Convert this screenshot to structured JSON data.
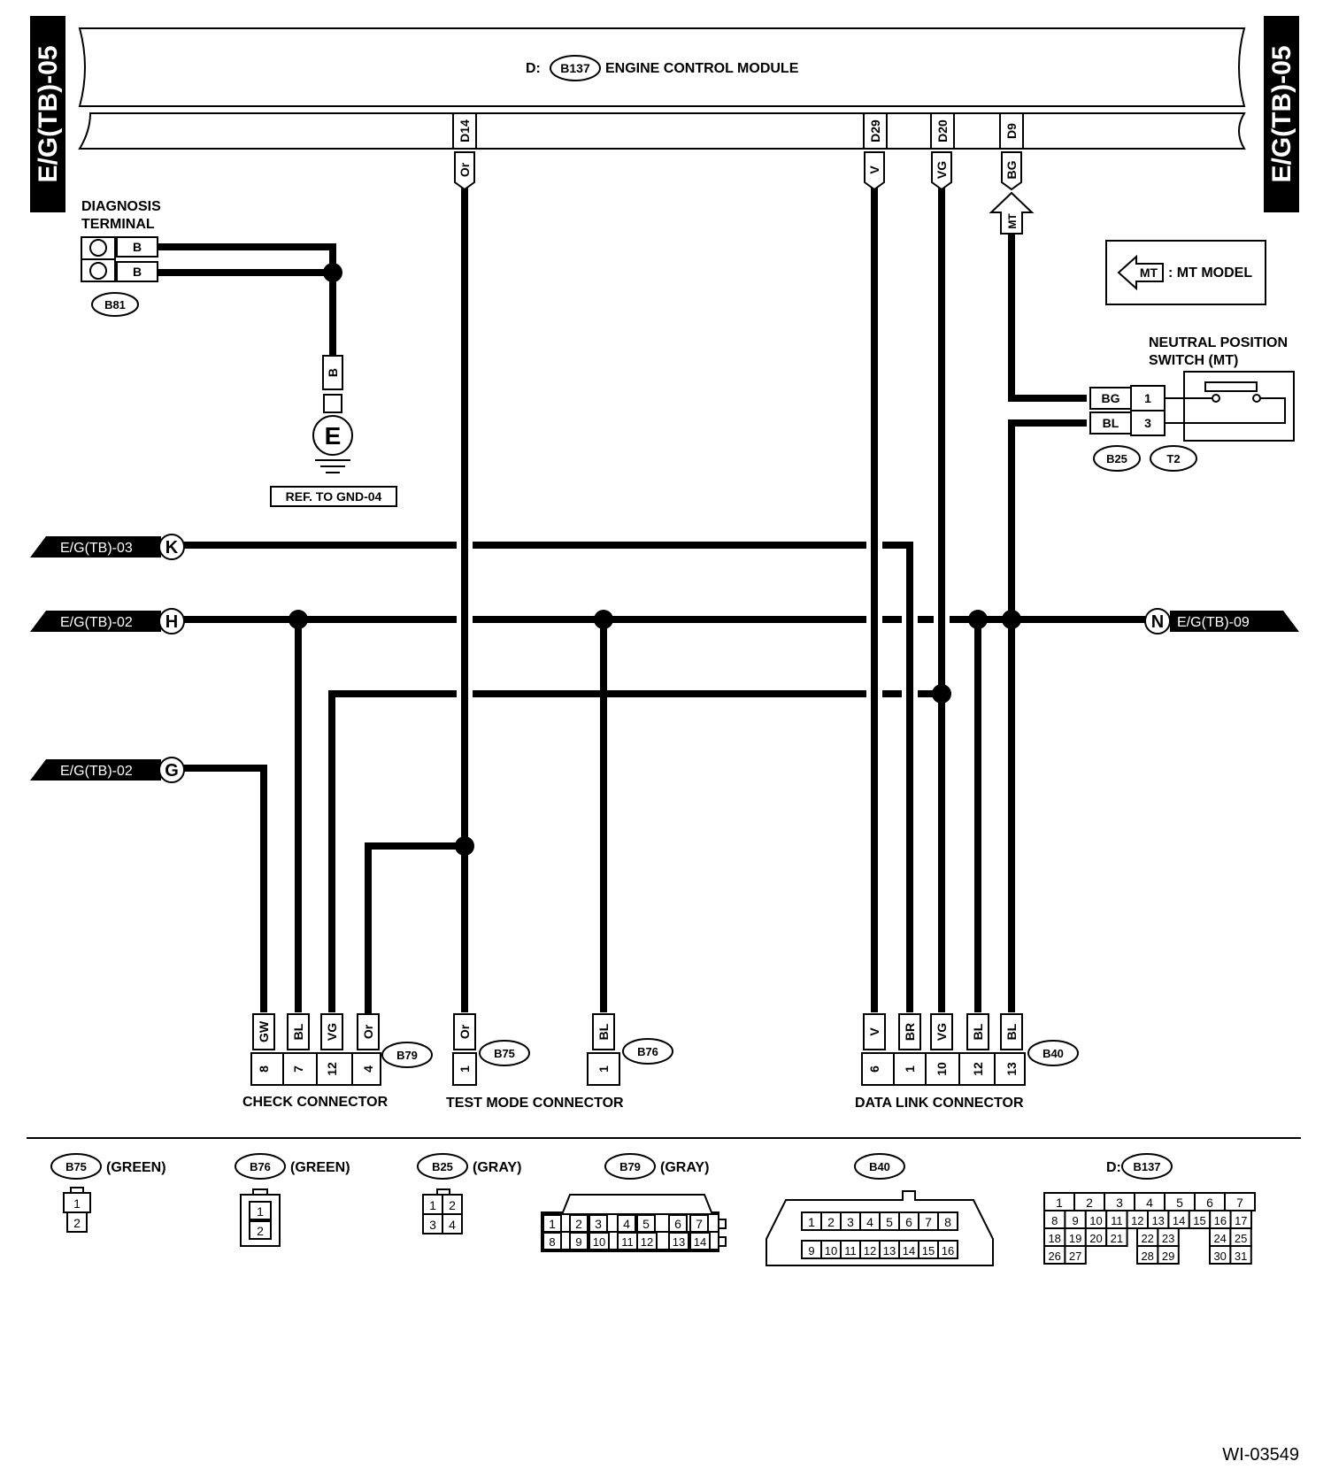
{
  "side_tab_label": "E/G(TB)-05",
  "ecm": {
    "prefix": "D:",
    "connector": "B137",
    "name": "ENGINE CONTROL MODULE",
    "pins": [
      {
        "pin": "D14",
        "wire": "Or"
      },
      {
        "pin": "D29",
        "wire": "V"
      },
      {
        "pin": "D20",
        "wire": "VG"
      },
      {
        "pin": "D9",
        "wire": "BG"
      }
    ]
  },
  "mt_tag": "MT",
  "legend": {
    "symbol": "MT",
    "text": ": MT MODEL"
  },
  "diagnosis_terminal": {
    "title_line1": "DIAGNOSIS",
    "title_line2": "TERMINAL",
    "connector": "B81",
    "wires": [
      "B",
      "B"
    ]
  },
  "ground": {
    "wire": "B",
    "symbol": "E",
    "ref": "REF. TO GND-04"
  },
  "neutral_switch": {
    "title_line1": "NEUTRAL POSITION",
    "title_line2": "SWITCH (MT)",
    "pins": [
      {
        "wire": "BG",
        "pin": "1"
      },
      {
        "wire": "BL",
        "pin": "3"
      }
    ],
    "connectors": [
      "B25",
      "T2"
    ]
  },
  "offpage": {
    "k": {
      "label": "E/G(TB)-03",
      "letter": "K"
    },
    "h": {
      "label": "E/G(TB)-02",
      "letter": "H"
    },
    "g": {
      "label": "E/G(TB)-02",
      "letter": "G"
    },
    "n": {
      "label": "E/G(TB)-09",
      "letter": "N"
    }
  },
  "check_connector": {
    "name": "CHECK CONNECTOR",
    "connector": "B79",
    "pins": [
      {
        "wire": "GW",
        "pin": "8"
      },
      {
        "wire": "BL",
        "pin": "7"
      },
      {
        "wire": "VG",
        "pin": "12"
      },
      {
        "wire": "Or",
        "pin": "4"
      }
    ]
  },
  "test_mode_connector": {
    "name": "TEST MODE CONNECTOR",
    "b75": {
      "connector": "B75",
      "wire": "Or",
      "pin": "1"
    },
    "b76": {
      "connector": "B76",
      "wire": "BL",
      "pin": "1"
    }
  },
  "data_link_connector": {
    "name": "DATA LINK CONNECTOR",
    "connector": "B40",
    "pins": [
      {
        "wire": "V",
        "pin": "6"
      },
      {
        "wire": "BR",
        "pin": "1"
      },
      {
        "wire": "VG",
        "pin": "10"
      },
      {
        "wire": "BL",
        "pin": "12"
      },
      {
        "wire": "BL",
        "pin": "13"
      }
    ]
  },
  "connector_views": {
    "b75": {
      "id": "B75",
      "color": "(GREEN)",
      "pins": [
        "1",
        "2"
      ]
    },
    "b76": {
      "id": "B76",
      "color": "(GREEN)",
      "pins": [
        "1",
        "2"
      ]
    },
    "b25": {
      "id": "B25",
      "color": "(GRAY)",
      "pins": [
        "1",
        "2",
        "3",
        "4"
      ]
    },
    "b79": {
      "id": "B79",
      "color": "(GRAY)",
      "top": [
        "1",
        "2",
        "3",
        "4",
        "5",
        "6",
        "7"
      ],
      "bottom": [
        "8",
        "9",
        "10",
        "11",
        "12",
        "13",
        "14"
      ]
    },
    "b40": {
      "id": "B40",
      "top": [
        "1",
        "2",
        "3",
        "4",
        "5",
        "6",
        "7",
        "8"
      ],
      "bottom": [
        "9",
        "10",
        "11",
        "12",
        "13",
        "14",
        "15",
        "16"
      ]
    },
    "b137": {
      "prefix": "D:",
      "id": "B137",
      "rows": [
        [
          "1",
          "2",
          "3",
          "4",
          "5",
          "6",
          "7"
        ],
        [
          "8",
          "9",
          "10",
          "11",
          "12",
          "13",
          "14",
          "15",
          "16",
          "17"
        ],
        [
          "18",
          "19",
          "20",
          "21",
          "22",
          "23",
          "24",
          "25"
        ],
        [
          "26",
          "27",
          "28",
          "29",
          "30",
          "31"
        ]
      ]
    }
  },
  "figure_id": "WI-03549"
}
